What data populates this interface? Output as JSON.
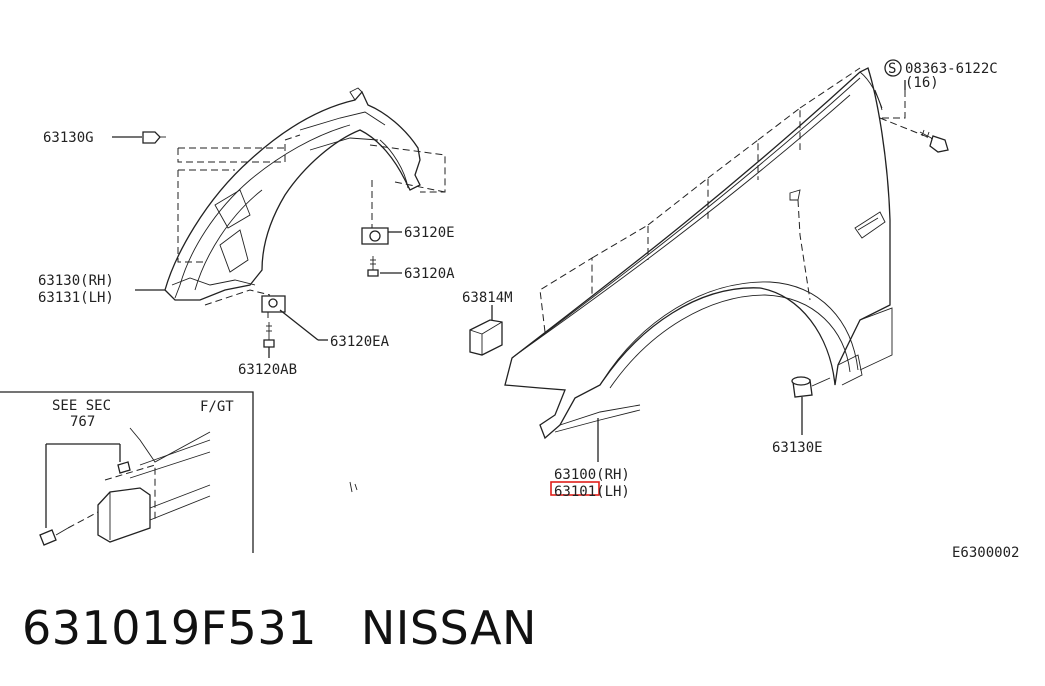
{
  "diagram": {
    "labels": {
      "p63130G": "63130G",
      "p63130RH": "63130(RH)",
      "p63131LH": "63131(LH)",
      "p63120E": "63120E",
      "p63120A": "63120A",
      "p63120EA": "63120EA",
      "p63120AB": "63120AB",
      "p63814M": "63814M",
      "p08363": "08363-6122C",
      "p08363qty": "(16)",
      "s_symbol": "S",
      "p63100RH": "63100(RH)",
      "p63101LH": "63101(LH)",
      "p63130E": "63130E",
      "seeSec1": "SEE SEC",
      "seeSec2": "767",
      "fgt": "F/GT",
      "diagramCode": "E6300002"
    },
    "highlight_color": "#e0201b",
    "line_color": "#222222"
  },
  "footer": {
    "part_number": "631019F531",
    "brand": "NISSAN"
  }
}
